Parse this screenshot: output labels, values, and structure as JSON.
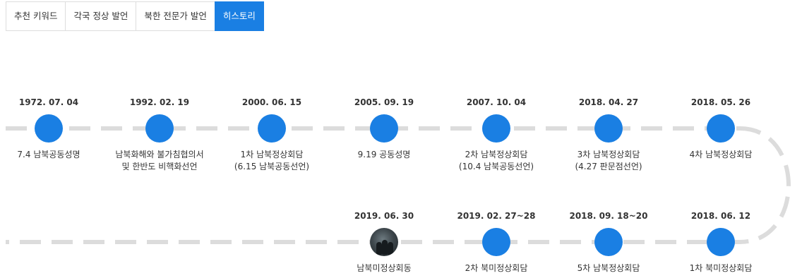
{
  "tabs": [
    {
      "label": "추천 키워드",
      "active": false
    },
    {
      "label": "각국 정상 발언",
      "active": false
    },
    {
      "label": "북한 전문가 발언",
      "active": false
    },
    {
      "label": "히스토리",
      "active": true
    }
  ],
  "timeline": {
    "accent_color": "#1a7fe3",
    "line_color": "#dcdcdc",
    "row1": [
      {
        "date": "1972. 07. 04",
        "label1": "7.4 남북공동성명",
        "label2": ""
      },
      {
        "date": "1992. 02. 19",
        "label1": "남북화해와 불가침협의서",
        "label2": "및 한반도 비핵화선언"
      },
      {
        "date": "2000. 06. 15",
        "label1": "1차 남북정상회담",
        "label2": "(6.15 남북공동선언)"
      },
      {
        "date": "2005. 09. 19",
        "label1": "9.19 공동성명",
        "label2": ""
      },
      {
        "date": "2007. 10. 04",
        "label1": "2차 남북정상회담",
        "label2": "(10.4 남북공동선언)"
      },
      {
        "date": "2018. 04. 27",
        "label1": "3차 남북정상회담",
        "label2": "(4.27 판문점선언)"
      },
      {
        "date": "2018. 05. 26",
        "label1": "4차 남북정상회담",
        "label2": ""
      }
    ],
    "row2": [
      {
        "date": "2019. 06. 30",
        "label1": "남북미정상회동",
        "label2": "",
        "photo": true
      },
      {
        "date": "2019. 02. 27~28",
        "label1": "2차 북미정상회담",
        "label2": "",
        "photo": false
      },
      {
        "date": "2018. 09. 18~20",
        "label1": "5차 남북정상회담",
        "label2": "",
        "photo": false
      },
      {
        "date": "2018. 06. 12",
        "label1": "1차 북미정상회담",
        "label2": "",
        "photo": false
      }
    ]
  }
}
